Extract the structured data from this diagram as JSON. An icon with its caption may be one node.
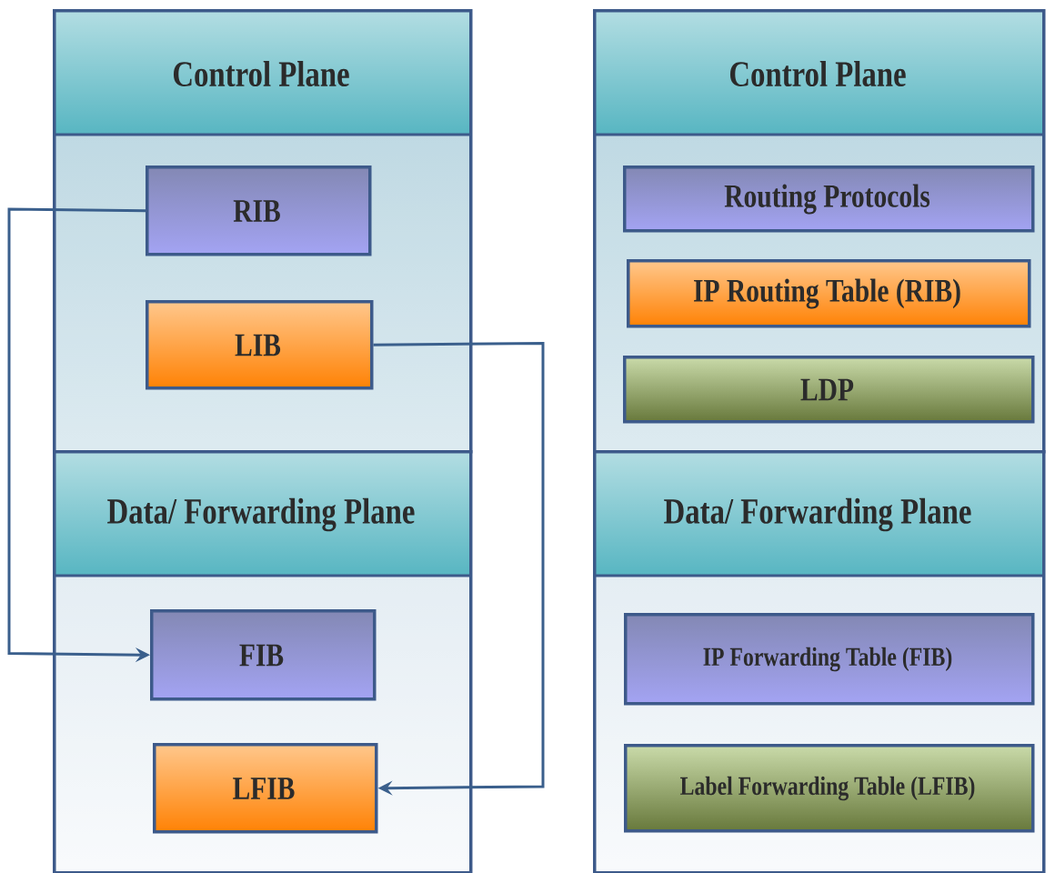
{
  "diagram": {
    "nodes": [
      {
        "text": [
          "Control Plane"
        ]
      },
      {
        "text": [
          "RIB"
        ],
        "in": 0
      },
      {
        "text": [
          "LIB"
        ],
        "in": 0
      },
      {
        "text": [
          "Data/ Forwarding Plane"
        ]
      },
      {
        "text": [
          "FIB"
        ],
        "in": 3
      },
      {
        "text": [
          "LFIB"
        ],
        "in": 3
      },
      {
        "text": [
          "Control Plane"
        ]
      },
      {
        "text": [
          "Routing Protocols"
        ],
        "in": 6
      },
      {
        "text": [
          "IP Routing Table (RIB)"
        ],
        "in": 6
      },
      {
        "text": [
          "LDP"
        ],
        "in": 6
      },
      {
        "text": [
          "Data/ Forwarding Plane"
        ]
      },
      {
        "text": [
          "IP Forwarding Table (FIB)"
        ],
        "in": 10
      },
      {
        "text": [
          "Label Forwarding Table (LFIB)"
        ],
        "in": 10
      }
    ],
    "edges": [
      {
        "from": 1,
        "to": 4,
        "arrow": "to"
      },
      {
        "from": 2,
        "to": 5,
        "arrow": "to"
      }
    ]
  }
}
